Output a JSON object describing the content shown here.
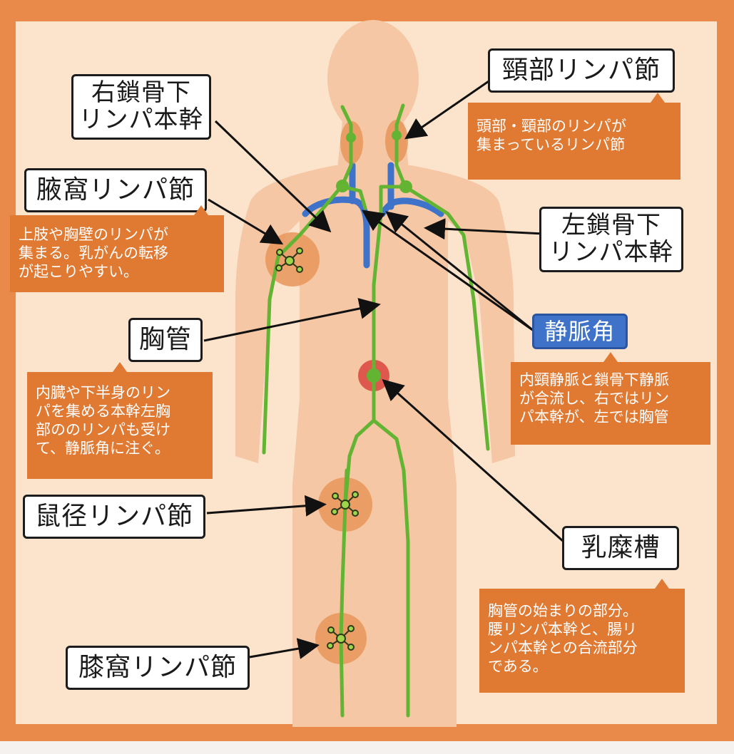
{
  "labels": {
    "right_subclavian": "右鎖骨下\nリンパ本幹",
    "cervical": "頸部リンパ節",
    "axillary": "腋窩リンパ節",
    "left_subclavian": "左鎖骨下\nリンパ本幹",
    "thoracic_duct": "胸管",
    "venous_angle": "静脈角",
    "inguinal": "鼠径リンパ節",
    "cisterna_chyli": "乳糜槽",
    "popliteal": "膝窩リンパ節"
  },
  "notes": {
    "cervical": "頭部・頸部のリンパが\n集まっているリンパ節",
    "axillary": "上肢や胸壁のリンパが\n集まる。乳がんの転移\nが起こりやすい。",
    "thoracic_duct": "内臓や下半身のリン\nパを集める本幹左胸\n部ののリンパも受け\nて、静脈角に注ぐ。",
    "venous_angle": "内頸静脈と鎖骨下静脈\nが合流し、右ではリン\nパ本幹が、左では胸管",
    "cisterna_chyli": "胸管の始まりの部分。\n腰リンパ本幹と、腸リ\nンパ本幹との合流部分\nである。"
  },
  "colors": {
    "frame": "#e9894a",
    "background": "#fbe3cc",
    "body": "#f5c7a4",
    "lymph_vessel": "#62b432",
    "vein": "#3e73c9",
    "note_box": "#e07a33",
    "node_halo": "#e8955a",
    "cisterna": "#d9443e"
  },
  "icons": [
    "lymph-node-icon",
    "arrow-icon"
  ]
}
